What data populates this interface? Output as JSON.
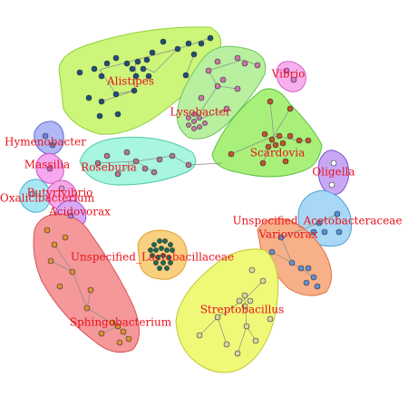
{
  "figure": {
    "clusters": [
      {
        "id": "alistipes",
        "label": "Alistipes",
        "hull_fill": "#ccf57a",
        "hull_stroke": "#8fd13a",
        "node_color": "#1f4e79"
      },
      {
        "id": "lysobacter",
        "label": "Lysobacter",
        "hull_fill": "#b8f0a0",
        "hull_stroke": "#6cc460",
        "node_color": "#c978a8"
      },
      {
        "id": "vibrio",
        "label": "Vibrio",
        "hull_fill": "#f7b0ee",
        "hull_stroke": "#d860c8",
        "node_color": "#e070d0"
      },
      {
        "id": "scardovia",
        "label": "Scardovia",
        "hull_fill": "#a8f07a",
        "hull_stroke": "#5cc040",
        "node_color": "#c0552a"
      },
      {
        "id": "hymenobacter",
        "label": "Hymenobacter",
        "hull_fill": "#b0b8f5",
        "hull_stroke": "#6068d8",
        "node_color": "#7080e0"
      },
      {
        "id": "roseburia",
        "label": "Roseburia",
        "hull_fill": "#a8f5e0",
        "hull_stroke": "#50c8a8",
        "node_color": "#b0788a"
      },
      {
        "id": "massilia",
        "label": "Massilia",
        "hull_fill": "#f5a8f0",
        "hull_stroke": "#d050c8",
        "node_color": "#d060c0"
      },
      {
        "id": "oligella",
        "label": "Oligella",
        "hull_fill": "#c8a8f5",
        "hull_stroke": "#8050d0",
        "node_color": "#ffffff"
      },
      {
        "id": "oxalicibacterium",
        "label": "Oxalicibacterium",
        "hull_fill": "#a8e8f5",
        "hull_stroke": "#50b0d0",
        "node_color": "#a0d8ff"
      },
      {
        "id": "butyrivibrio",
        "label": "Butyrivibrio",
        "hull_fill": "#f5a8e8",
        "hull_stroke": "#d050b8",
        "node_color": "#f090d8"
      },
      {
        "id": "acidovorax",
        "label": "Acidovorax",
        "hull_fill": "#d8a8f5",
        "hull_stroke": "#9050d0",
        "node_color": "#b080e0"
      },
      {
        "id": "acetobacteraceae",
        "label": "Unspecified_Acetobacteraceae",
        "hull_fill": "#a8d8f5",
        "hull_stroke": "#50a0d8",
        "node_color": "#5090e0"
      },
      {
        "id": "variovorax",
        "label": "Variovorax",
        "hull_fill": "#f7b088",
        "hull_stroke": "#e07040",
        "node_color": "#6090d0"
      },
      {
        "id": "sphingobacterium",
        "label": "Sphingobacterium",
        "hull_fill": "#f5989a",
        "hull_stroke": "#d85058",
        "node_color": "#e09030"
      },
      {
        "id": "lactobacillaceae",
        "label": "Unspecified_Lactobacillaceae",
        "hull_fill": "#f8d080",
        "hull_stroke": "#e0a030",
        "node_color": "#1a6a50"
      },
      {
        "id": "streptobacillus",
        "label": "Streptobacillus",
        "hull_fill": "#f0f878",
        "hull_stroke": "#c0c830",
        "node_color": "#d8d8a0"
      }
    ]
  }
}
